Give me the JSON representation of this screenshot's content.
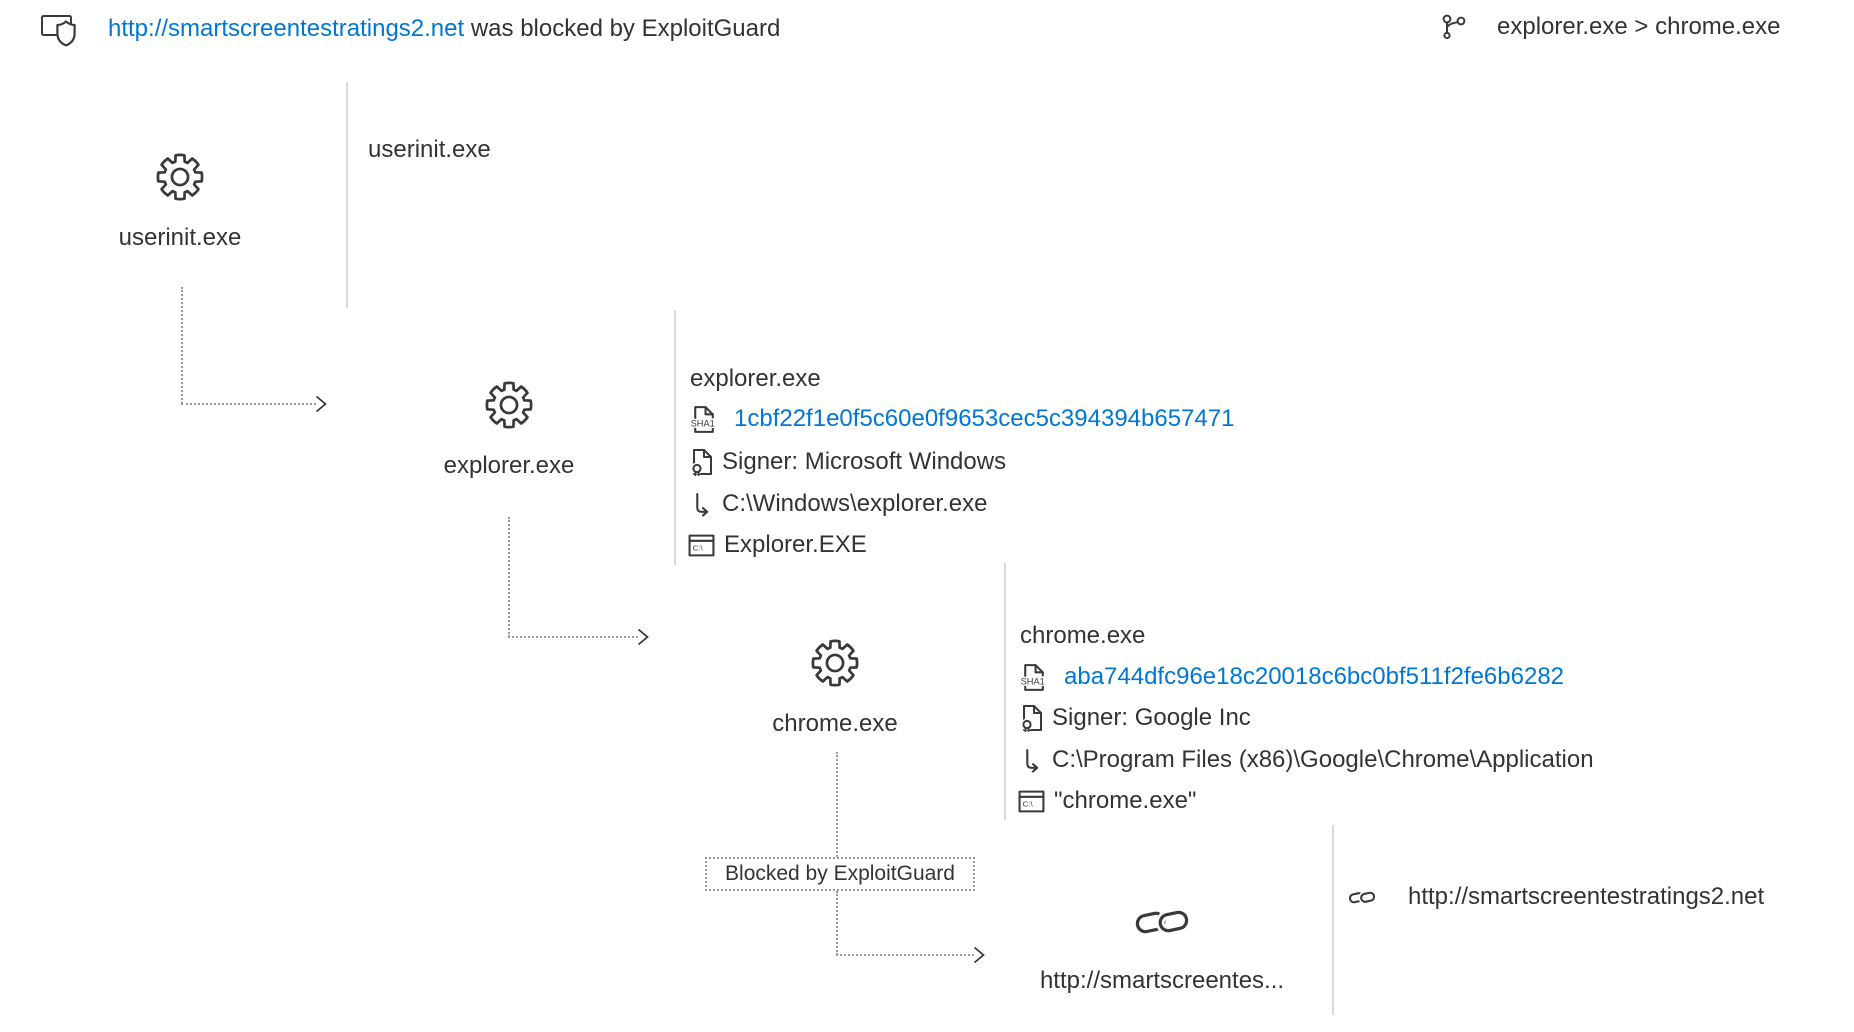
{
  "header": {
    "blocked_url": "http://smartscreentestratings2.net",
    "blocked_suffix": " was blocked by ExploitGuard",
    "process_path": "explorer.exe > chrome.exe"
  },
  "labels": {
    "sha_badge": "SHA1",
    "console_badge": "C:\\",
    "edge_blocked": "Blocked by ExploitGuard"
  },
  "colors": {
    "link_blue": "#0077d4",
    "text_dark": "#333333",
    "dotted_gray": "#999999",
    "divider_gray": "#d6dade"
  },
  "nodes": [
    {
      "id": "userinit",
      "label": "userinit.exe",
      "icon": "gear-icon"
    },
    {
      "id": "explorer",
      "label": "explorer.exe",
      "icon": "gear-icon"
    },
    {
      "id": "chrome",
      "label": "chrome.exe",
      "icon": "gear-icon"
    },
    {
      "id": "url",
      "label": "http://smartscreentes...",
      "icon": "link-icon"
    }
  ],
  "panels": {
    "userinit": {
      "title": "userinit.exe"
    },
    "explorer": {
      "title": "explorer.exe",
      "sha1": "1cbf22f1e0f5c60e0f9653cec5c394394b657471",
      "signer": "Signer: Microsoft Windows",
      "path": "C:\\Windows\\explorer.exe",
      "command_line": "Explorer.EXE"
    },
    "chrome": {
      "title": "chrome.exe",
      "sha1": "aba744dfc96e18c20018c6bc0bf511f2fe6b6282",
      "signer": "Signer: Google Inc",
      "path": "C:\\Program Files (x86)\\Google\\Chrome\\Application",
      "command_line": "\"chrome.exe\""
    },
    "url": {
      "link": "http://smartscreentestratings2.net"
    }
  }
}
